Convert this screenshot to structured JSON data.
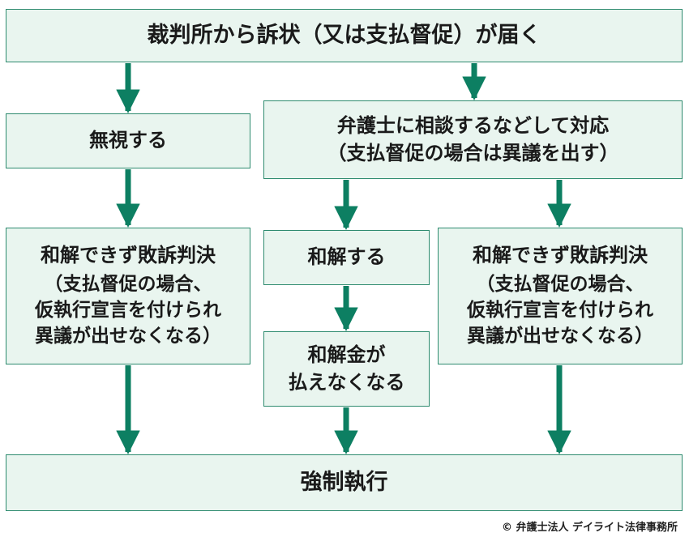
{
  "colors": {
    "arrow": "#0d7f62",
    "box_fill": "#e9f5ef",
    "box_border": "#2e8b6f"
  },
  "boxes": {
    "top": "裁判所から訴状（又は支払督促）が届く",
    "ignore": "無視する",
    "consult": {
      "line1": "弁護士に相談するなどして対応",
      "line2": "（支払督促の場合は異議を出す）"
    },
    "left_judgment": {
      "title": "和解できず敗訴判決",
      "line1": "（支払督促の場合、",
      "line2": "仮執行宣言を付けられ",
      "line3": "異議が出せなくなる）"
    },
    "settle": "和解する",
    "right_judgment": {
      "title": "和解できず敗訴判決",
      "line1": "（支払督促の場合、",
      "line2": "仮執行宣言を付けられ",
      "line3": "異議が出せなくなる）"
    },
    "cannot_pay": {
      "line1": "和解金が",
      "line2": "払えなくなる"
    },
    "enforcement": "強制執行"
  },
  "credit": "© 弁護士法人 デイライト法律事務所"
}
